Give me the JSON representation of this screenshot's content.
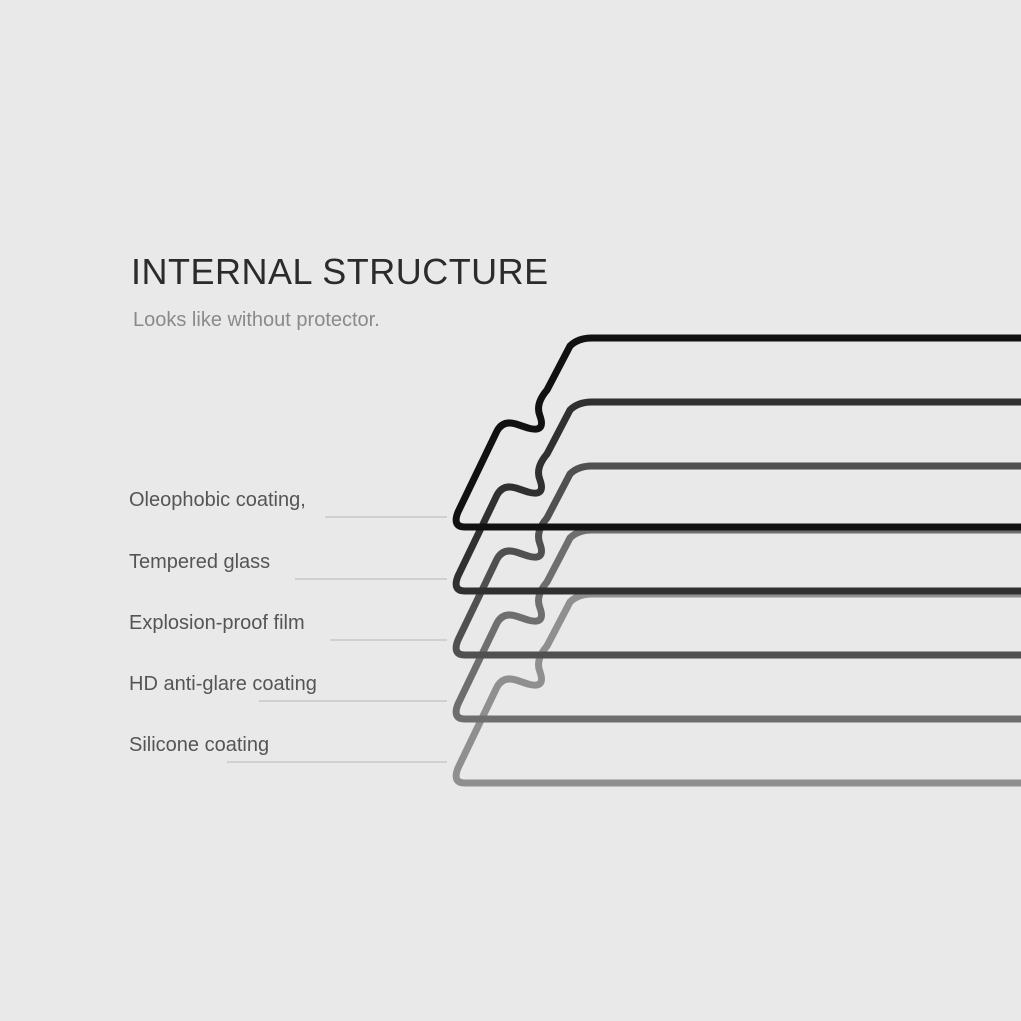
{
  "header": {
    "title": "INTERNAL STRUCTURE",
    "subtitle": "Looks like without protector."
  },
  "layers": [
    {
      "label": "Oleophobic coating,",
      "color": "#111111"
    },
    {
      "label": "Tempered glass",
      "color": "#2e2e2e"
    },
    {
      "label": "Explosion-proof film",
      "color": "#4a4a4a"
    },
    {
      "label": "HD anti-glare coating",
      "color": "#666666"
    },
    {
      "label": "Silicone coating",
      "color": "#8a8a8a"
    }
  ],
  "colors": {
    "background": "#e9e9e9",
    "leader_line": "#b8b8b8"
  }
}
